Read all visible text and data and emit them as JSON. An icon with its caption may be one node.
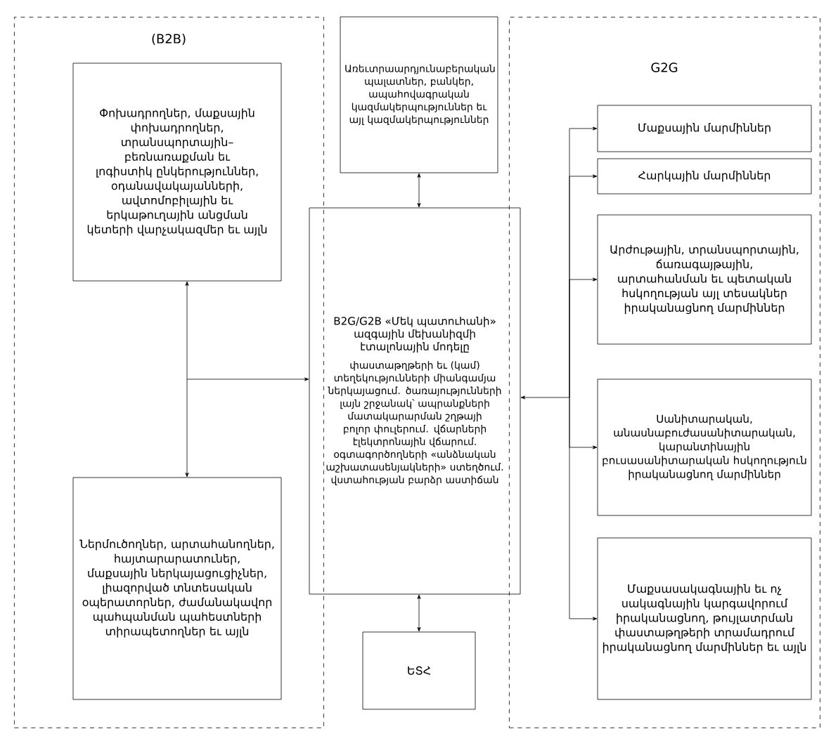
{
  "diagram": {
    "nodes": [
      {
        "text": [
          "(B2B)"
        ]
      },
      {
        "text": [
          "Փոխադրողներ, մաքսային փոխադրողներ, տրանսպորտային–բեռնառաքման եւ լոգիստիկ ընկերություններ, օդանավակայանների, ավտոմոբիլային եւ երկաթուղային անցման կետերի վարչակազմեր եւ այլն"
        ],
        "in": 0
      },
      {
        "text": [
          "Ներմուծողներ, արտահանողներ, հայտարարատուներ, մաքսային ներկայացուցիչներ, լիազորված տնտեսական օպերատորներ, ժամանակավոր պահպանման պահեստների տիրապետողներ եւ այլն"
        ],
        "in": 0
      },
      {
        "text": [
          "Առեւտրաարդյունաբերական պալատներ, բանկեր, ապահովագրական կազմակերպություններ եւ այլ կազմակերպություններ"
        ]
      },
      {
        "text": [
          "B2G/G2B «Մեկ պատուհանի» ազգային մեխանիզմի էտալոնային մոդելը",
          "փաստաթղթերի եւ (կամ) տեղեկությունների միանգամյա ներկայացում. ծառայությունների լայն շրջանակ՝ ապրանքների մատակարարման շղթայի բոլոր փուլերում. վճարների էլեկտրոնային վճարում. օգտագործողների «անձնական աշխատասենյակների» ստեղծում. վստահության բարձր աստիճան"
        ]
      },
      {
        "text": [
          "ԵՏՀ"
        ]
      },
      {
        "text": [
          "G2G"
        ]
      },
      {
        "text": [
          "Մաքսային մարմիններ"
        ],
        "in": 6
      },
      {
        "text": [
          "Հարկային մարմիններ"
        ],
        "in": 6
      },
      {
        "text": [
          "Արժութային, տրանսպորտային, ճառագայթային, արտահանման եւ պետական հսկողության այլ տեսակներ իրականացնող մարմիններ"
        ],
        "in": 6
      },
      {
        "text": [
          "Սանիտարական, անասնաբուժասանիտարական, կարանտինային բուսասանիտարական հսկողություն իրականացնող մարմիններ"
        ],
        "in": 6
      },
      {
        "text": [
          "Մաքսասակագնային եւ ոչ սակագնային կարգավորում իրականացնող, թույլատրման փաստաթղթերի տրամադրում իրականացնող մարմիններ եւ այլն"
        ],
        "in": 6
      }
    ],
    "edges": [
      {
        "from": 4,
        "to": 1,
        "arrow": "both"
      },
      {
        "from": 4,
        "to": 2,
        "arrow": "both"
      },
      {
        "from": 4,
        "to": 3,
        "arrow": "both"
      },
      {
        "from": 4,
        "to": 5,
        "arrow": "both"
      },
      {
        "from": 4,
        "to": 7,
        "arrow": "both"
      },
      {
        "from": 4,
        "to": 8,
        "arrow": "both"
      },
      {
        "from": 4,
        "to": 9,
        "arrow": "both"
      },
      {
        "from": 4,
        "to": 10,
        "arrow": "both"
      },
      {
        "from": 4,
        "to": 11,
        "arrow": "both"
      }
    ]
  }
}
